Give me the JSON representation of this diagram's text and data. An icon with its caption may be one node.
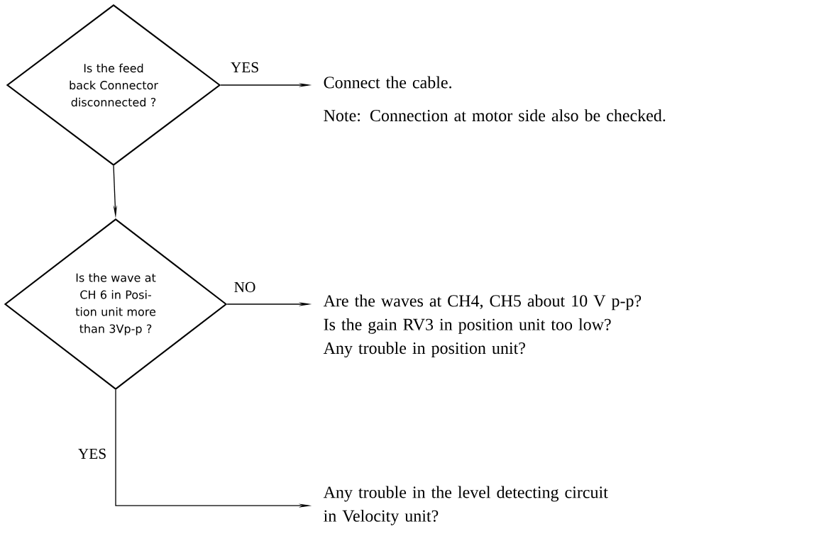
{
  "diagram": {
    "nodes": [
      {
        "text": [
          "Is the feed back Connector disconnected ?"
        ]
      },
      {
        "text": [
          "Connect the cable.",
          "Note: Connection at motor side also be checked."
        ]
      },
      {
        "text": [
          "Is the wave at CH 6 in Posi- tion unit more than 3Vp-p ?"
        ]
      },
      {
        "text": [
          "Are the waves at CH4, CH5 about 10 V p-p?",
          "Is the gain RV3 in position unit too low?",
          "Any trouble in position unit?"
        ]
      },
      {
        "text": [
          "Any trouble in the level detecting circuit in Velocity unit?"
        ]
      }
    ],
    "edges": [
      {
        "from": 0,
        "to": 1,
        "arrow": "to",
        "label": "YES"
      },
      {
        "from": 0,
        "to": 2,
        "arrow": "to"
      },
      {
        "from": 2,
        "to": 3,
        "arrow": "to",
        "label": "NO"
      },
      {
        "from": 2,
        "to": 4,
        "arrow": "to",
        "label": "YES"
      }
    ]
  }
}
